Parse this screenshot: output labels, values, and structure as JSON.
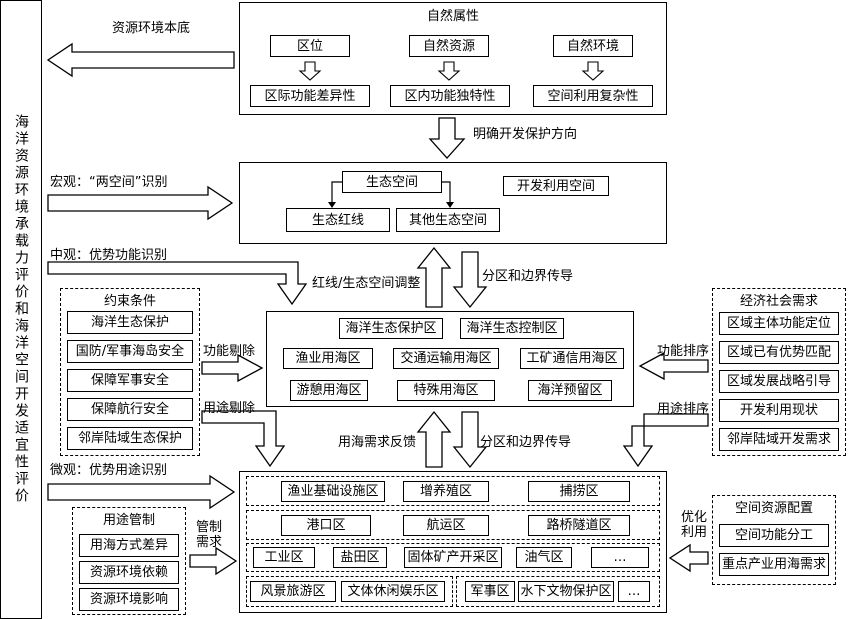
{
  "left_banner": "海洋资源环境承载力评价和海洋空间开发适宜性评价",
  "natural": {
    "title": "自然属性",
    "top": [
      "区位",
      "自然资源",
      "自然环境"
    ],
    "bottom": [
      "区际功能差异性",
      "区内功能独特性",
      "空间利用复杂性"
    ]
  },
  "labels": {
    "resource_base": "资源环境本底",
    "clarify": "明确开发保护方向",
    "macro": "宏观：“两空间”识别",
    "meso": "中观：优势功能识别",
    "micro": "微观：优势用途识别",
    "redline_adjust": "红线/生态空间调整",
    "zone_transfer_1": "分区和边界传导",
    "zone_transfer_2": "分区和边界传导",
    "sea_demand": "用海需求反馈",
    "func_remove": "功能剔除",
    "use_remove": "用途剔除",
    "func_rank": "功能排序",
    "use_rank": "用途排序",
    "control_demand": "管制\n需求",
    "optimize": "优化\n利用"
  },
  "two_space": {
    "eco": "生态空间",
    "dev": "开发利用空间",
    "redline": "生态红线",
    "other": "其他生态空间"
  },
  "func_zones": {
    "row1": [
      "海洋生态保护区",
      "海洋生态控制区"
    ],
    "row2": [
      "渔业用海区",
      "交通运输用海区",
      "工矿通信用海区"
    ],
    "row3": [
      "游憩用海区",
      "特殊用海区",
      "海洋预留区"
    ]
  },
  "constraints": {
    "title": "约束条件",
    "items": [
      "海洋生态保护",
      "国防/军事海岛安全",
      "保障军事安全",
      "保障航行安全",
      "邻岸陆域生态保护"
    ]
  },
  "economy": {
    "title": "经济社会需求",
    "items": [
      "区域主体功能定位",
      "区域已有优势匹配",
      "区域发展战略引导",
      "开发利用现状",
      "邻岸陆域开发需求"
    ]
  },
  "use_control": {
    "title": "用途管制",
    "items": [
      "用海方式差异",
      "资源环境依赖",
      "资源环境影响"
    ]
  },
  "space_config": {
    "title": "空间资源配置",
    "items": [
      "空间功能分工",
      "重点产业用海需求"
    ]
  },
  "use_zones": {
    "row1": [
      "渔业基础设施区",
      "增养殖区",
      "捕捞区"
    ],
    "row2": [
      "港口区",
      "航运区",
      "路桥隧道区"
    ],
    "row3": [
      "工业区",
      "盐田区",
      "固体矿产开采区",
      "油气区",
      "…"
    ],
    "row4": [
      "风景旅游区",
      "文体休闲娱乐区",
      "军事区",
      "水下文物保护区",
      "…"
    ]
  }
}
